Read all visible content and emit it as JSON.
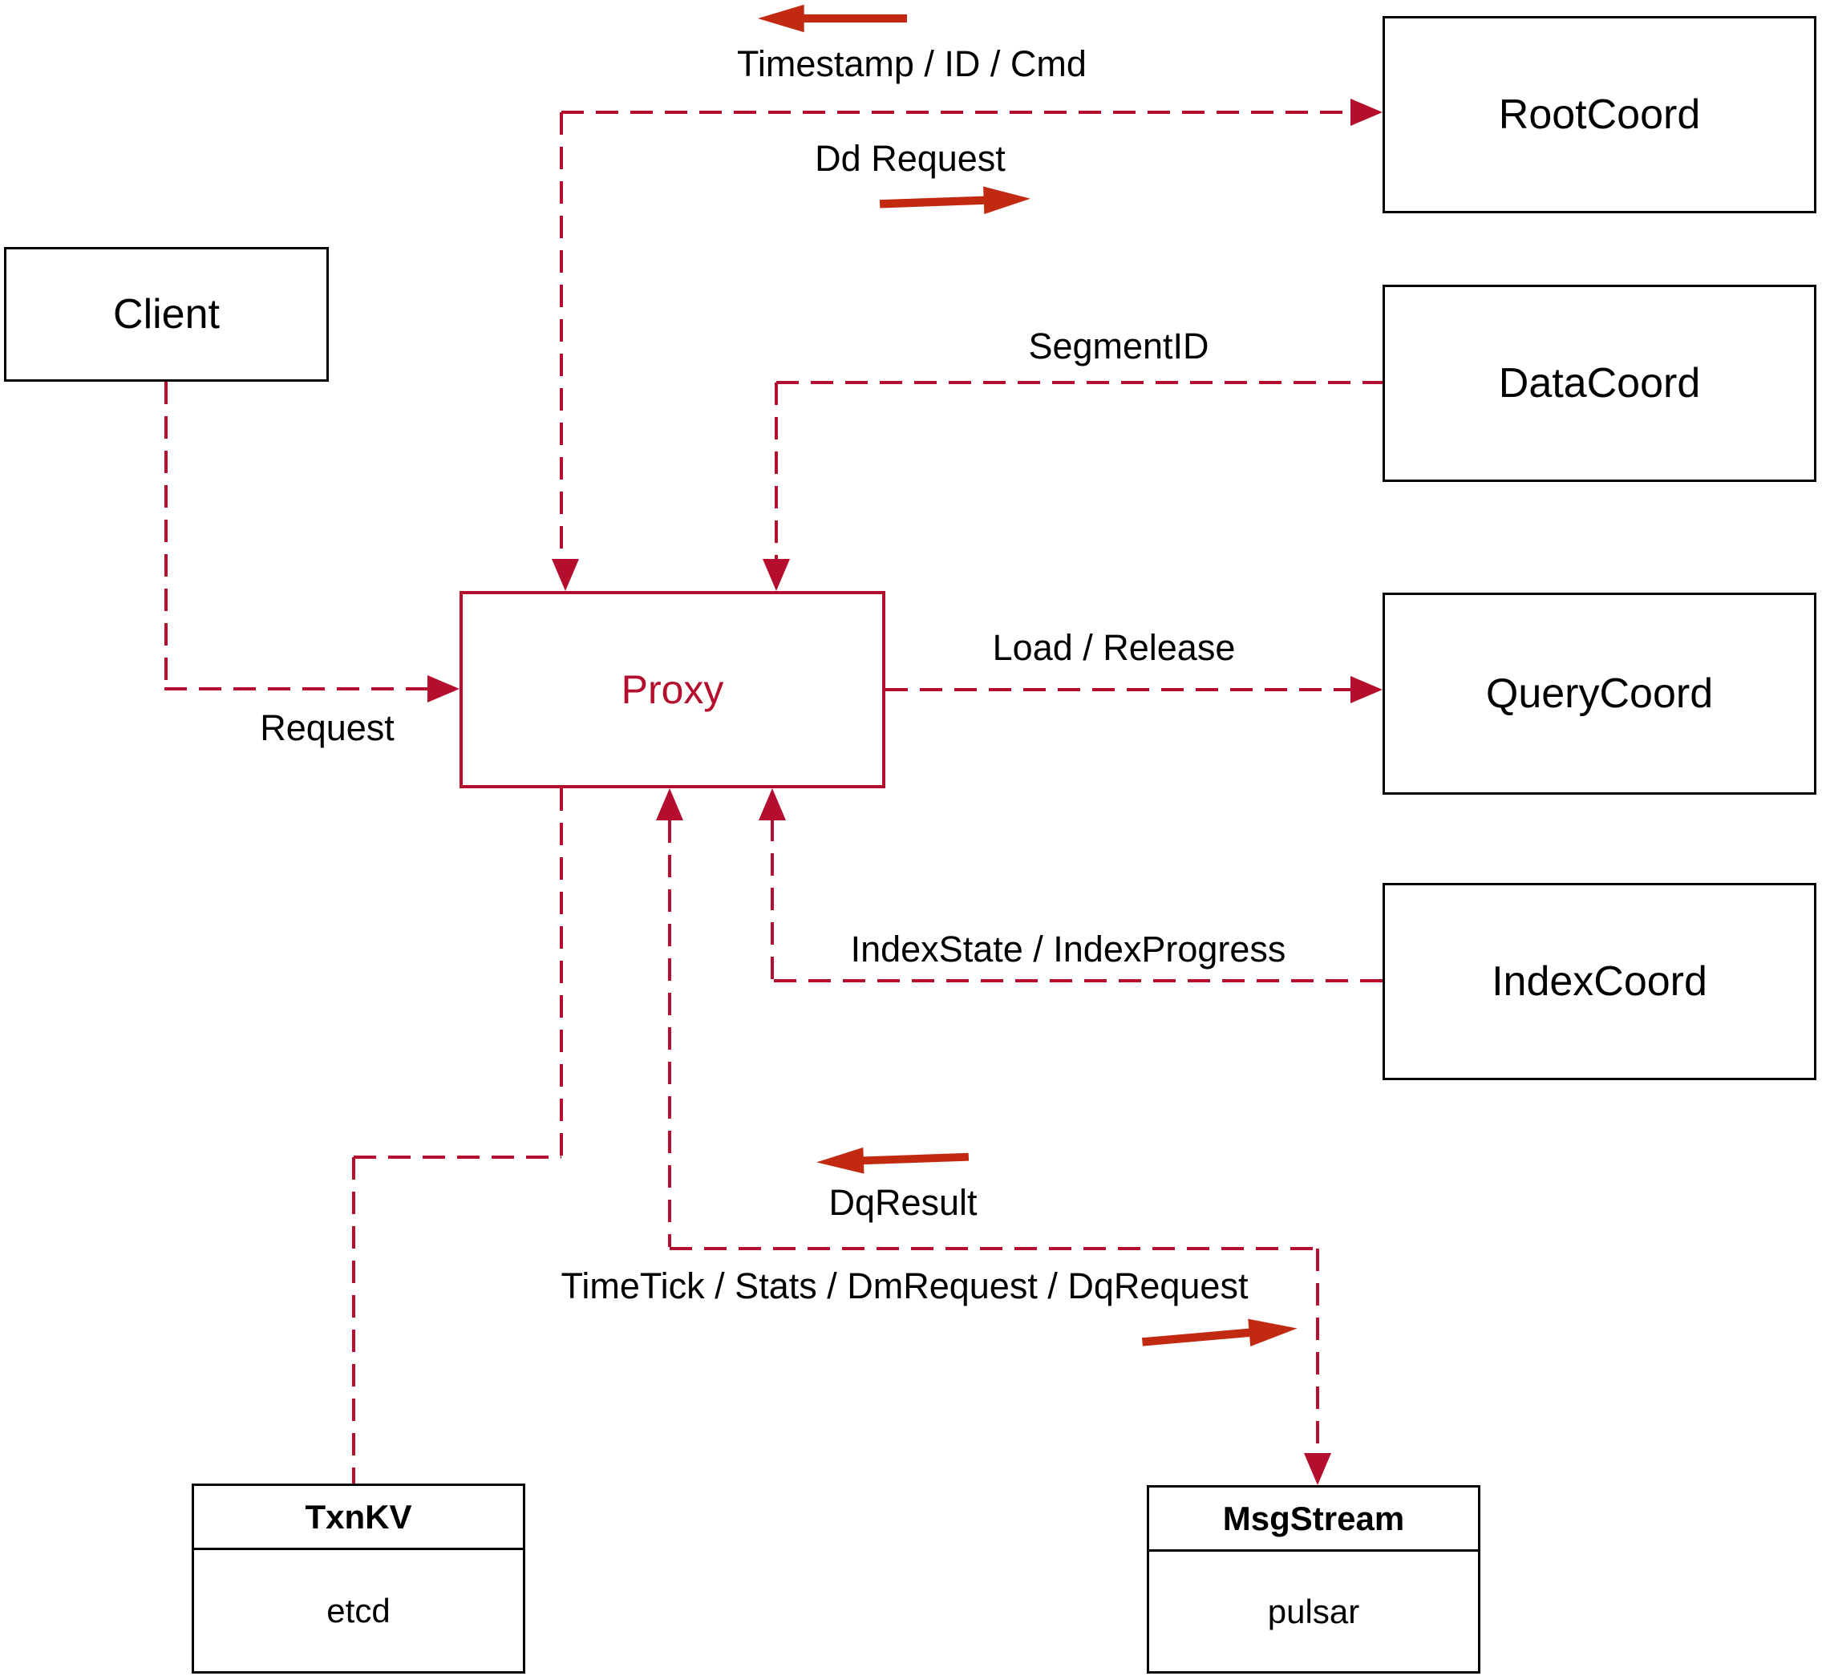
{
  "diagram": {
    "colors": {
      "connector": "#b50d2d",
      "solid_arrow": "#c22911",
      "box_border": "#000000",
      "text": "#000000",
      "background": "#ffffff",
      "proxy_accent": "#b50d2d"
    },
    "nodes": {
      "client": {
        "label": "Client"
      },
      "root_coord": {
        "label": "RootCoord"
      },
      "data_coord": {
        "label": "DataCoord"
      },
      "query_coord": {
        "label": "QueryCoord"
      },
      "index_coord": {
        "label": "IndexCoord"
      },
      "proxy": {
        "label": "Proxy"
      },
      "txn_kv": {
        "title": "TxnKV",
        "impl": "etcd"
      },
      "msg_stream": {
        "title": "MsgStream",
        "impl": "pulsar"
      }
    },
    "edges": {
      "proxy_root": {
        "label_return": "Timestamp / ID / Cmd",
        "label_send": "Dd Request"
      },
      "data_proxy": {
        "label": "SegmentID"
      },
      "client_proxy": {
        "label": "Request"
      },
      "proxy_query": {
        "label": "Load / Release"
      },
      "index_proxy": {
        "label": "IndexState / IndexProgress"
      },
      "proxy_msg": {
        "label_return": "DqResult",
        "label_send": "TimeTick / Stats / DmRequest / DqRequest"
      }
    }
  }
}
